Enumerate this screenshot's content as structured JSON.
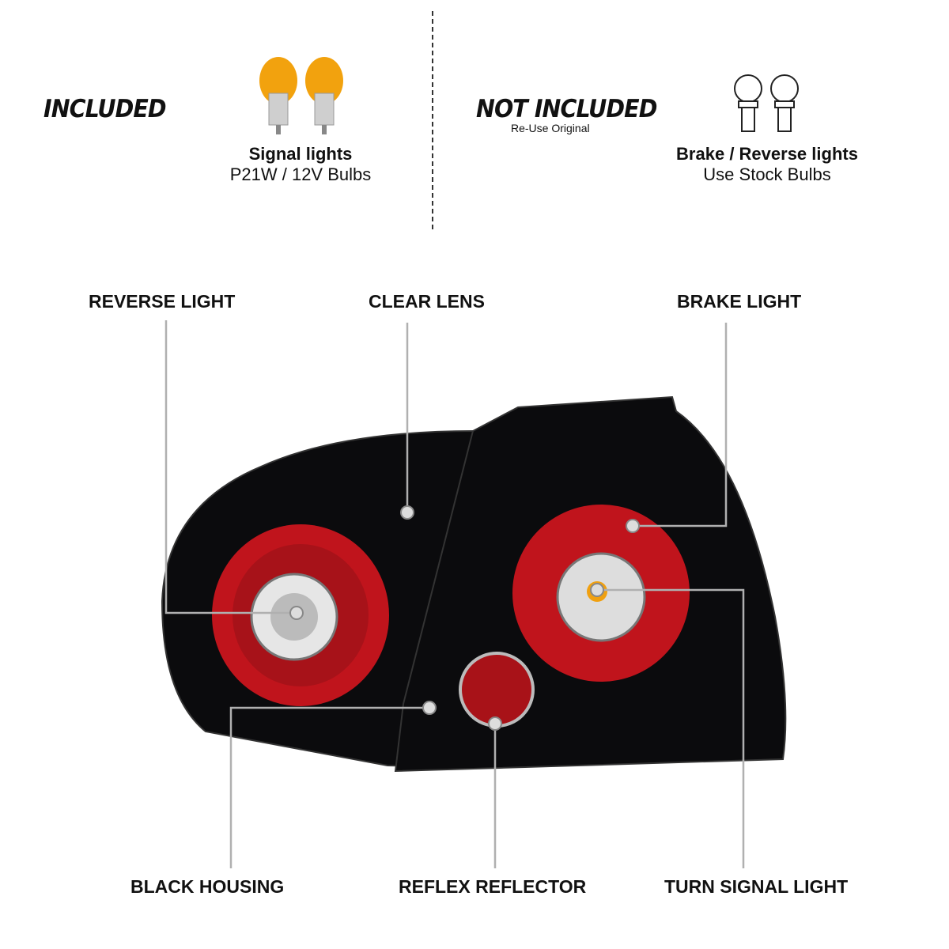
{
  "included": {
    "heading": "INCLUDED",
    "bulb_title": "Signal lights",
    "bulb_spec": "P21W / 12V Bulbs",
    "bulb_icon": "amber-bulb-icon"
  },
  "not_included": {
    "heading": "NOT INCLUDED",
    "note": "Re-Use Original",
    "bulb_title": "Brake / Reverse lights",
    "bulb_spec": "Use Stock Bulbs",
    "bulb_icon": "outline-bulb-icon"
  },
  "callouts": {
    "reverse_light": "REVERSE LIGHT",
    "clear_lens": "CLEAR LENS",
    "brake_light": "BRAKE LIGHT",
    "black_housing": "BLACK HOUSING",
    "reflex_reflector": "REFLEX REFLECTOR",
    "turn_signal_light": "TURN SIGNAL LIGHT"
  },
  "colors": {
    "housing": "#0b0b0d",
    "lens_red": "#c0141c",
    "amber": "#f0a010",
    "callout_line": "#b0b0b0"
  }
}
